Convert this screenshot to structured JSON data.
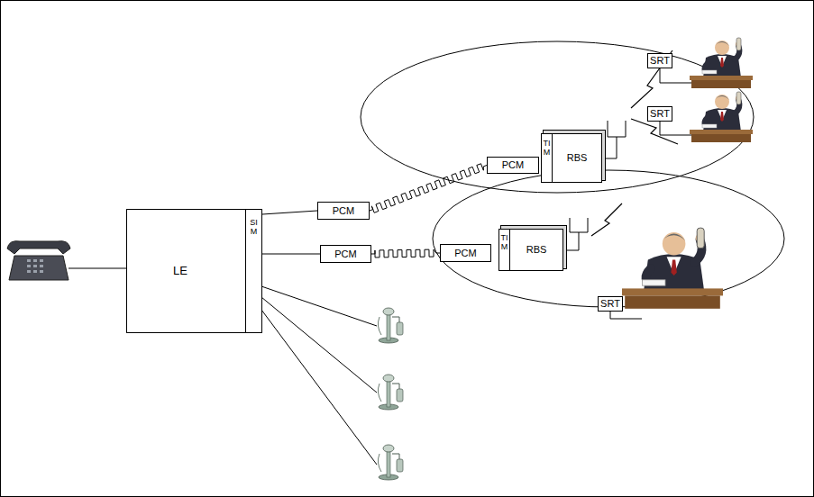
{
  "diagram": {
    "nodes": [
      {
        "text": [
          "LE"
        ]
      },
      {
        "text": [
          "SIM"
        ],
        "in": 0
      },
      {
        "text": [
          "PCM"
        ]
      },
      {
        "text": [
          "PCM"
        ]
      },
      {
        "text": [
          "RBS"
        ]
      },
      {
        "text": [
          "TIM"
        ],
        "in": 4
      },
      {
        "text": [
          "SRT"
        ]
      },
      {
        "text": [
          "SRT"
        ]
      },
      {
        "text": [
          "PCM"
        ]
      },
      {
        "text": [
          "PCM"
        ]
      },
      {
        "text": [
          "RBS"
        ]
      },
      {
        "text": [
          "TIM"
        ],
        "in": 10
      },
      {
        "text": [
          "SRT"
        ]
      }
    ],
    "edges": [
      {
        "from": 1,
        "to": 2,
        "arrow": "none"
      },
      {
        "from": 2,
        "to": 3,
        "arrow": "none"
      },
      {
        "from": 1,
        "to": 8,
        "arrow": "none"
      },
      {
        "from": 8,
        "to": 9,
        "arrow": "none"
      }
    ]
  }
}
